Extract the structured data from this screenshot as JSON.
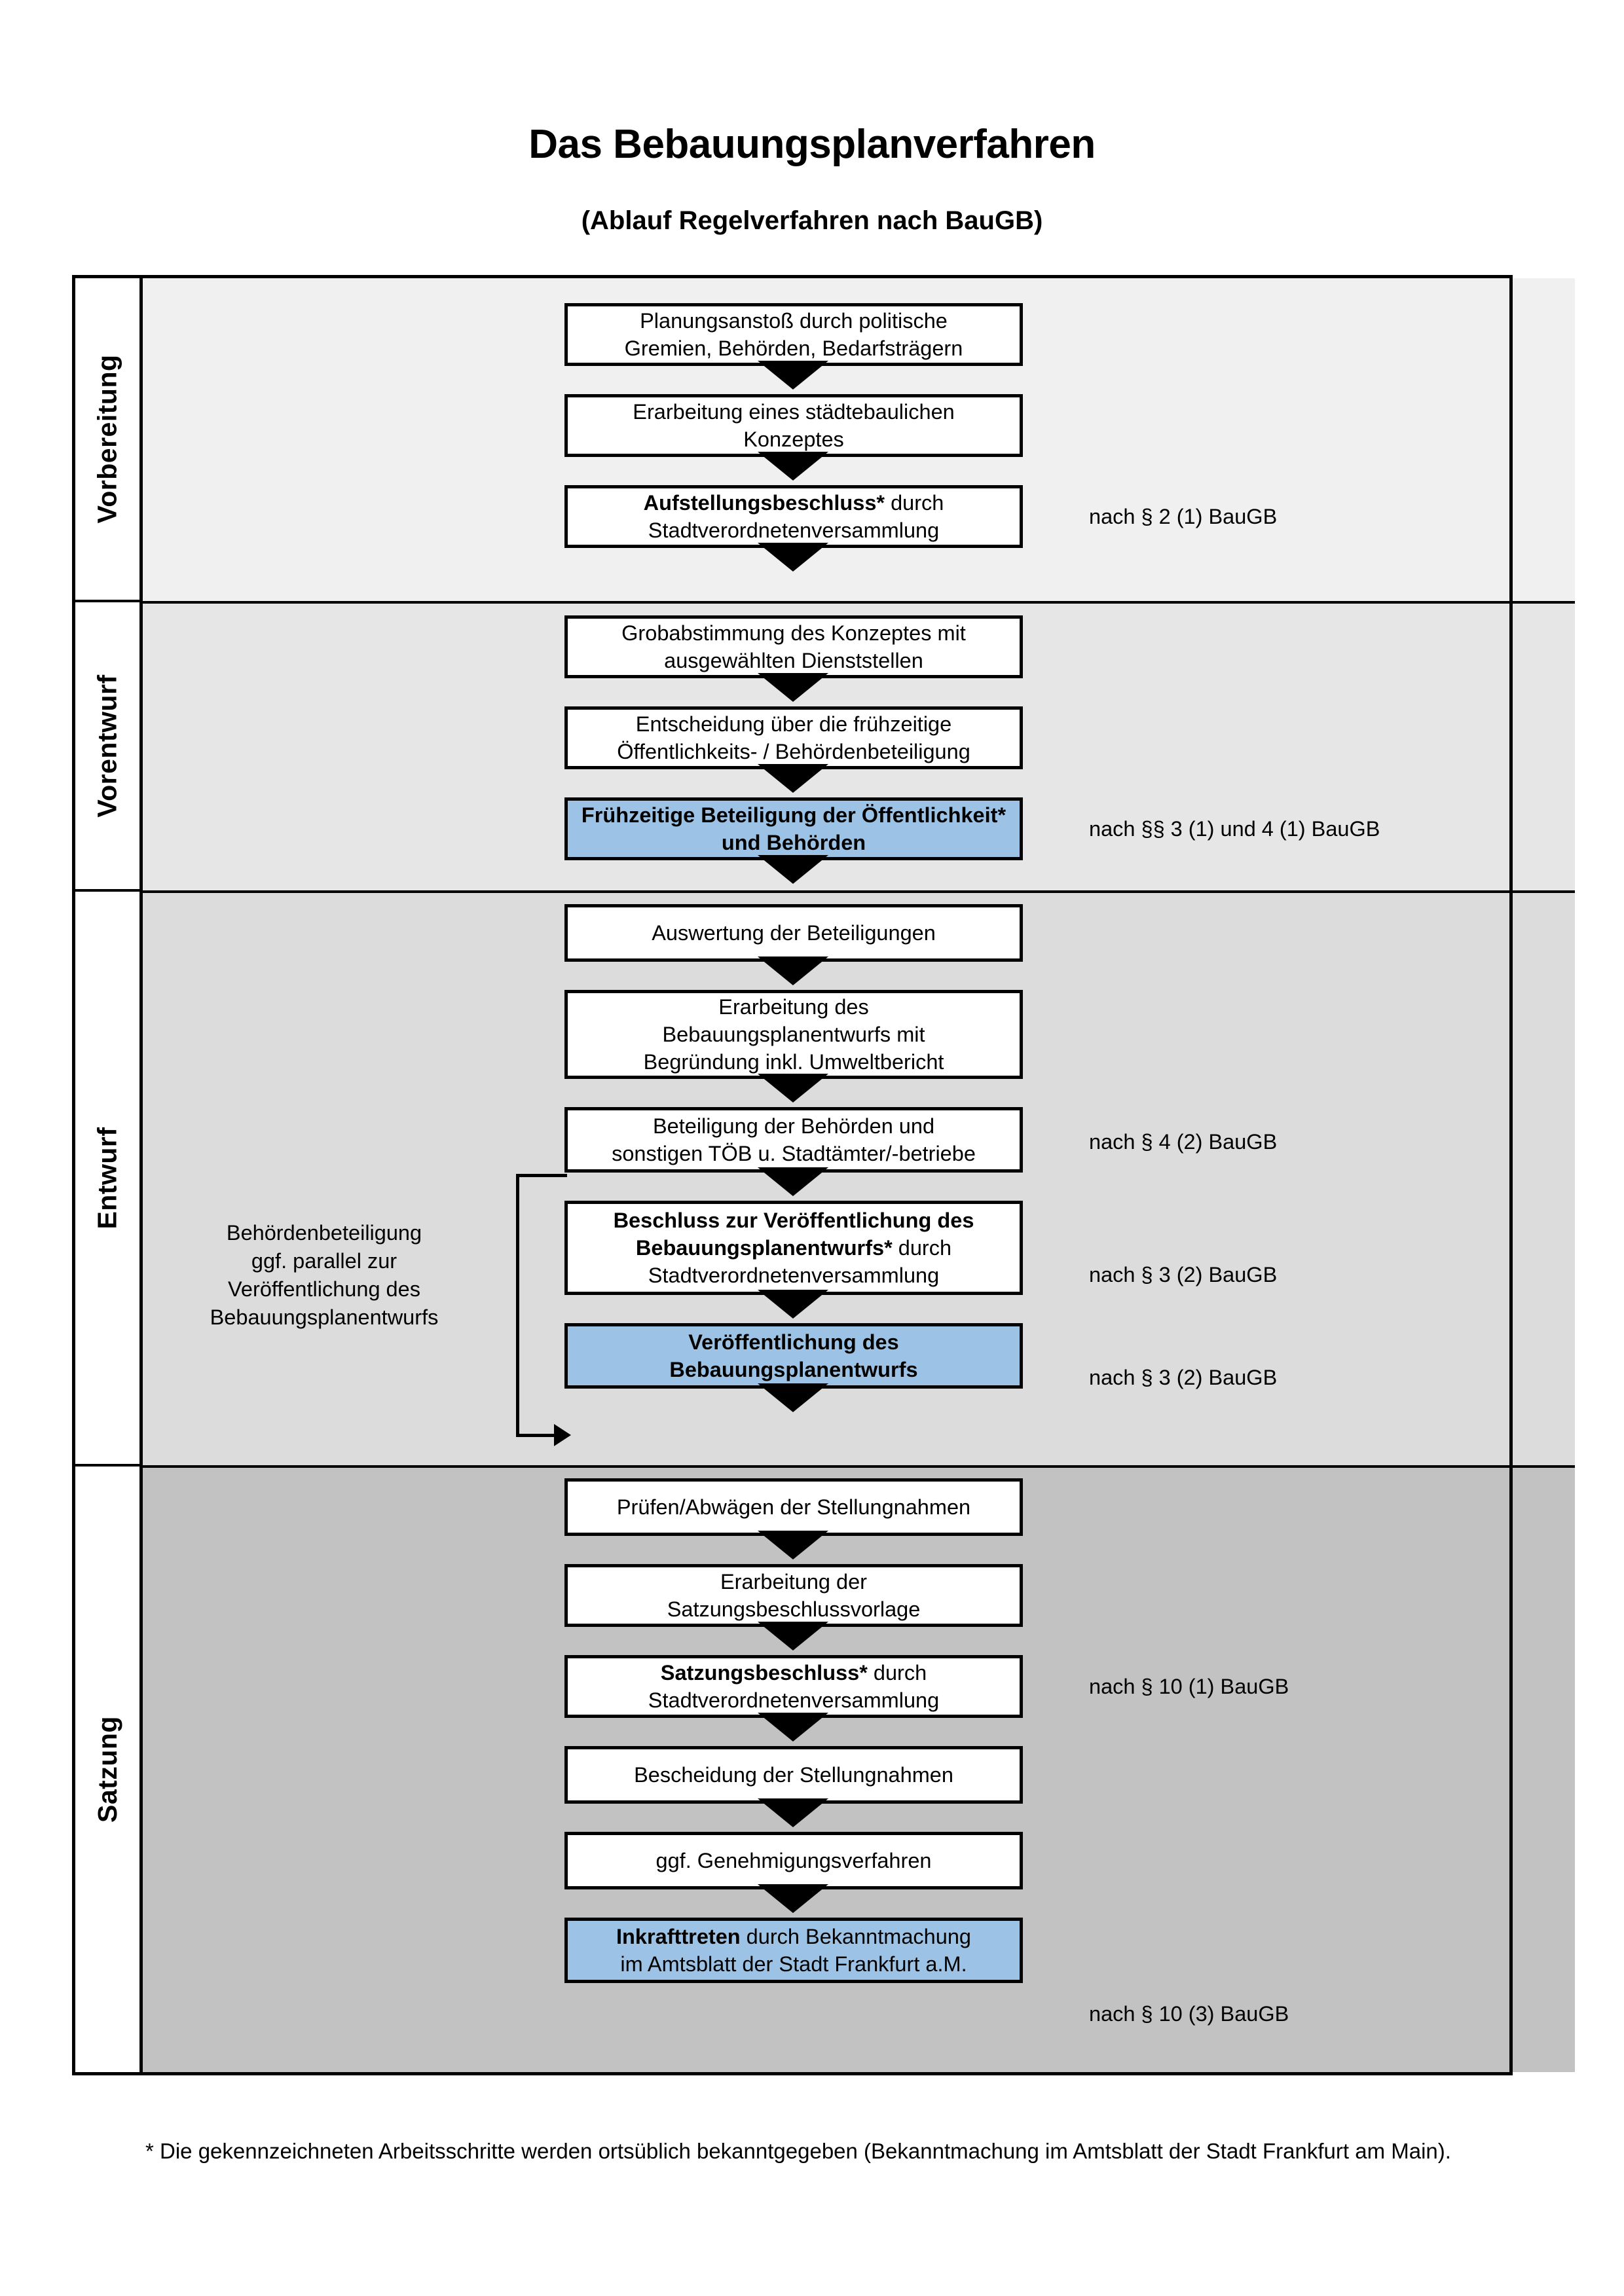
{
  "header": {
    "title": "Das Bebauungsplanverfahren",
    "subtitle": "(Ablauf Regelverfahren nach BauGB)"
  },
  "phases": [
    {
      "label": "Vorbereitung",
      "band_color": "#f0f0f0"
    },
    {
      "label": "Vorentwurf",
      "band_color": "#e6e6e6"
    },
    {
      "label": "Entwurf",
      "band_color": "#dcdcdc"
    },
    {
      "label": "Satzung",
      "band_color": "#c2c2c2"
    }
  ],
  "colors": {
    "highlight_blue": "#9cc3e5",
    "box_border": "#000000",
    "box_fill": "#ffffff"
  },
  "steps": [
    {
      "id": 1,
      "phase": "Vorbereitung",
      "line1": "Planungsanstoß durch politische",
      "line2": "Gremien, Behörden, Bedarfsträgern",
      "line3": "",
      "bold_prefix": "",
      "highlight": false
    },
    {
      "id": 2,
      "phase": "Vorbereitung",
      "line1": "Erarbeitung eines städtebaulichen",
      "line2": "Konzeptes",
      "line3": "",
      "bold_prefix": "",
      "highlight": false
    },
    {
      "id": 3,
      "phase": "Vorbereitung",
      "bold_prefix": "Aufstellungsbeschluss*",
      "line1": " durch",
      "line2": "Stadtverordnetenversammlung",
      "line3": "",
      "highlight": false
    },
    {
      "id": 4,
      "phase": "Vorentwurf",
      "line1": "Grobabstimmung des Konzeptes mit",
      "line2": "ausgewählten Dienststellen",
      "line3": "",
      "bold_prefix": "",
      "highlight": false
    },
    {
      "id": 5,
      "phase": "Vorentwurf",
      "line1": "Entscheidung über die frühzeitige",
      "line2": "Öffentlichkeits- / Behördenbeteiligung",
      "line3": "",
      "bold_prefix": "",
      "highlight": false
    },
    {
      "id": 6,
      "phase": "Vorentwurf",
      "bold_prefix": "Frühzeitige Beteiligung der Öffentlichkeit* und Behörden",
      "line1": "",
      "line2": "",
      "line3": "",
      "highlight": true
    },
    {
      "id": 7,
      "phase": "Entwurf",
      "line1": "Auswertung der Beteiligungen",
      "line2": "",
      "line3": "",
      "bold_prefix": "",
      "highlight": false
    },
    {
      "id": 8,
      "phase": "Entwurf",
      "line1": "Erarbeitung des",
      "line2": "Bebauungsplanentwurfs mit",
      "line3": "Begründung inkl. Umweltbericht",
      "bold_prefix": "",
      "highlight": false
    },
    {
      "id": 9,
      "phase": "Entwurf",
      "line1": "Beteiligung der Behörden und",
      "line2": "sonstigen TÖB u. Stadtämter/-betriebe",
      "line3": "",
      "bold_prefix": "",
      "highlight": false
    },
    {
      "id": 10,
      "phase": "Entwurf",
      "bold_prefix": "Beschluss zur Veröffentlichung des Bebauungsplanentwurfs*",
      "line1": " durch",
      "line2": "Stadtverordnetenversammlung",
      "line3": "",
      "highlight": false
    },
    {
      "id": 11,
      "phase": "Entwurf",
      "bold_prefix": "Veröffentlichung des Bebauungsplanentwurfs",
      "line1": "",
      "line2": "",
      "line3": "",
      "highlight": true
    },
    {
      "id": 12,
      "phase": "Satzung",
      "line1": "Prüfen/Abwägen der Stellungnahmen",
      "line2": "",
      "line3": "",
      "bold_prefix": "",
      "highlight": false
    },
    {
      "id": 13,
      "phase": "Satzung",
      "line1": "Erarbeitung der",
      "line2": "Satzungsbeschlussvorlage",
      "line3": "",
      "bold_prefix": "",
      "highlight": false
    },
    {
      "id": 14,
      "phase": "Satzung",
      "bold_prefix": "Satzungsbeschluss*",
      "line1": " durch",
      "line2": "Stadtverordnetenversammlung",
      "line3": "",
      "highlight": false
    },
    {
      "id": 15,
      "phase": "Satzung",
      "line1": "Bescheidung der Stellungnahmen",
      "line2": "",
      "line3": "",
      "bold_prefix": "",
      "highlight": false
    },
    {
      "id": 16,
      "phase": "Satzung",
      "line1": "ggf. Genehmigungsverfahren",
      "line2": "",
      "line3": "",
      "bold_prefix": "",
      "highlight": false
    },
    {
      "id": 17,
      "phase": "Satzung",
      "bold_prefix": "Inkrafttreten",
      "line1": " durch Bekanntmachung",
      "line2": "im Amtsblatt der Stadt Frankfurt a.M.",
      "line3": "",
      "highlight": true
    }
  ],
  "legal_notes": [
    {
      "text": "nach § 2 (1) BauGB",
      "for_step": 3
    },
    {
      "text": "nach §§ 3 (1) und 4 (1) BauGB",
      "for_step": 6
    },
    {
      "text": "nach § 4 (2) BauGB",
      "for_step": 9
    },
    {
      "text": "nach § 3 (2) BauGB",
      "for_step": 10
    },
    {
      "text": "nach § 3 (2) BauGB",
      "for_step": 11
    },
    {
      "text": "nach § 10 (1) BauGB",
      "for_step": 14
    },
    {
      "text": "nach § 10 (3) BauGB",
      "for_step": 17
    }
  ],
  "side_note": {
    "line1": "Behördenbeteiligung",
    "line2": "ggf. parallel zur",
    "line3": "Veröffentlichung des",
    "line4": "Bebauungsplanentwurfs"
  },
  "footnote": {
    "text": "* Die gekennzeichneten Arbeitsschritte werden ortsüblich bekanntgegeben (Bekanntmachung im Amtsblatt  der Stadt Frankfurt am Main)."
  }
}
